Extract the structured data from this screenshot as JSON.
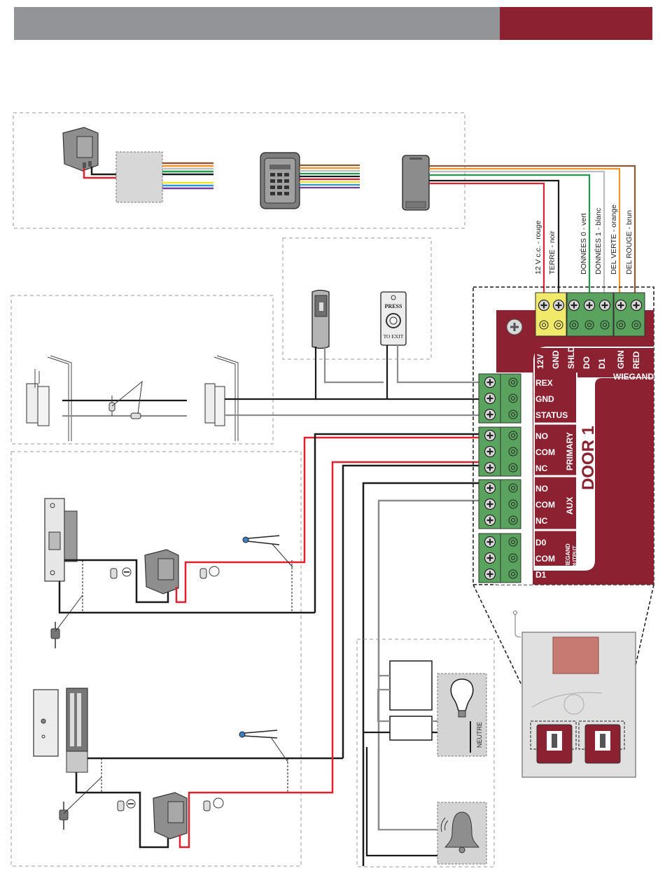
{
  "header": {
    "bar_color": "#939497",
    "accent_color": "#8b2131"
  },
  "colors": {
    "board": "#8b2131",
    "terminal_green": "#5aa35e",
    "terminal_yellow": "#f0e96a",
    "wire_red": "#e0202e",
    "wire_black": "#1a1a1a",
    "wire_green": "#1e9a4a",
    "wire_white": "#bdbdbd",
    "wire_orange": "#f0952a",
    "wire_brown": "#8a5a3a",
    "wire_gray": "#8c8c8c"
  },
  "reader_wires": [
    {
      "label": "12 V c.c. - rouge",
      "color": "wire_red"
    },
    {
      "label": "TERRE - noir",
      "color": "wire_black"
    },
    {
      "label": "DONNÉES 0 - vert",
      "color": "wire_green"
    },
    {
      "label": "DONNÉES 1 - blanc",
      "color": "wire_white"
    },
    {
      "label": "DEL VERTE - orange",
      "color": "wire_orange"
    },
    {
      "label": "DEL ROUGE - brun",
      "color": "wire_brown"
    }
  ],
  "wiegand_terminals": [
    "12V",
    "GND",
    "SHLD",
    "DO",
    "D1",
    "GRN",
    "RED"
  ],
  "wiegand_label": "WIEGAND",
  "door_label": "DOOR 1",
  "input_terminals": [
    "REX",
    "GND",
    "STATUS"
  ],
  "primary_relay": {
    "label": "PRIMARY",
    "terminals": [
      "NO",
      "COM",
      "NC"
    ]
  },
  "aux_relay": {
    "label": "AUX",
    "terminals": [
      "NO",
      "COM",
      "NC"
    ]
  },
  "wiegand_output": {
    "label_line1": "WIEGAND",
    "label_line2": "OUTPUT",
    "terminals": [
      "D0",
      "COM",
      "D1"
    ]
  },
  "rex_button": {
    "line1": "PRESS",
    "line2": "TO EXIT"
  },
  "neutral_label": "NEUTRE",
  "polarity": {
    "minus": "−",
    "plus": ""
  }
}
